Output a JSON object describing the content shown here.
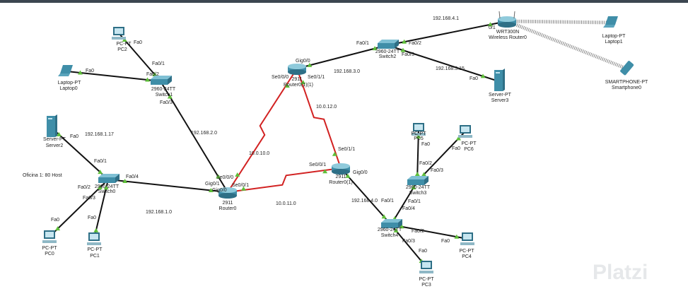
{
  "colors": {
    "ethernet": "#111111",
    "serial": "#d22222",
    "wireless": "#888888",
    "port_up": "#5fbf3a",
    "device": "#3f8ea8"
  },
  "devices": {
    "pc2": {
      "model": "PC-PT",
      "name": "PC2"
    },
    "laptop0": {
      "model": "Laptop-PT",
      "name": "Laptop0"
    },
    "switch1": {
      "model": "2960-24TT",
      "name": "Switch1"
    },
    "server2": {
      "model": "Server-PT",
      "name": "Server2"
    },
    "switch0": {
      "model": "2960-24TT",
      "name": "Switch0"
    },
    "pc0": {
      "model": "PC-PT",
      "name": "PC0"
    },
    "pc1": {
      "model": "PC-PT",
      "name": "PC1"
    },
    "router0": {
      "model": "2911",
      "name": "Router0"
    },
    "router01_1": {
      "model": "2911",
      "name": "Router0(1)(1)"
    },
    "router01": {
      "model": "2911",
      "name": "Router0(1)"
    },
    "switch2": {
      "model": "2960-24TT",
      "name": "Switch2"
    },
    "wrt": {
      "model": "WRT300N",
      "name": "Wireless Router0"
    },
    "laptop1": {
      "model": "Laptop-PT",
      "name": "Laptop1"
    },
    "smartphone0": {
      "model": "SMARTPHONE-PT",
      "name": "Smartphone0"
    },
    "server3": {
      "model": "Server-PT",
      "name": "Server3"
    },
    "switch3": {
      "model": "2960-24TT",
      "name": "Switch3"
    },
    "pc5": {
      "model": "PC-PT",
      "name": "PC5"
    },
    "pc6": {
      "model": "PC-PT",
      "name": "PC6"
    },
    "switch4": {
      "model": "2960-24TT",
      "name": "Switch4"
    },
    "pc4": {
      "model": "PC-PT",
      "name": "PC4"
    },
    "pc3": {
      "model": "PC-PT",
      "name": "PC3"
    }
  },
  "links": [
    {
      "from": "pc2",
      "to": "switch1",
      "type": "ethernet",
      "ports": [
        "Fa0",
        "Fa0/1"
      ]
    },
    {
      "from": "laptop0",
      "to": "switch1",
      "type": "ethernet",
      "ports": [
        "Fa0",
        "Fa0/2"
      ]
    },
    {
      "from": "switch1",
      "to": "router0",
      "type": "ethernet",
      "ports": [
        "Fa0/3",
        "Gig0/1"
      ]
    },
    {
      "from": "server2",
      "to": "switch0",
      "type": "ethernet",
      "ports": [
        "Fa0",
        "Fa0/1"
      ]
    },
    {
      "from": "switch0",
      "to": "router0",
      "type": "ethernet",
      "ports": [
        "Fa0/4",
        "Gig0/0"
      ]
    },
    {
      "from": "switch0",
      "to": "pc0",
      "type": "ethernet",
      "ports": [
        "Fa0/2",
        "Fa0"
      ]
    },
    {
      "from": "switch0",
      "to": "pc1",
      "type": "ethernet",
      "ports": [
        "Fa0/3",
        "Fa0"
      ]
    },
    {
      "from": "router0",
      "to": "router01_1",
      "type": "serial",
      "ports": [
        "Se0/0/0",
        "Se0/0/0"
      ]
    },
    {
      "from": "router0",
      "to": "router01",
      "type": "serial",
      "ports": [
        "Se0/0/1",
        "Se0/0/1"
      ]
    },
    {
      "from": "router01_1",
      "to": "router01",
      "type": "serial",
      "ports": [
        "Se0/1/1",
        "Se0/1/1"
      ]
    },
    {
      "from": "router01_1",
      "to": "switch2",
      "type": "ethernet",
      "ports": [
        "Gig0/0",
        "Fa0/1"
      ]
    },
    {
      "from": "switch2",
      "to": "wrt",
      "type": "ethernet",
      "ports": [
        "Fa0/2",
        "0/1"
      ]
    },
    {
      "from": "switch2",
      "to": "server3",
      "type": "ethernet",
      "ports": [
        "Fa0/3",
        "Fa0"
      ]
    },
    {
      "from": "wrt",
      "to": "laptop1",
      "type": "wireless"
    },
    {
      "from": "wrt",
      "to": "smartphone0",
      "type": "wireless"
    },
    {
      "from": "router01",
      "to": "switch4",
      "type": "ethernet",
      "ports": [
        "Gig0/0",
        "Fa0/1"
      ]
    },
    {
      "from": "switch4",
      "to": "switch3",
      "type": "ethernet",
      "ports": [
        "Fa0/4",
        "Fa0/1"
      ]
    },
    {
      "from": "switch3",
      "to": "pc5",
      "type": "ethernet",
      "ports": [
        "Fa0/2",
        "Fa0"
      ]
    },
    {
      "from": "switch3",
      "to": "pc6",
      "type": "ethernet",
      "ports": [
        "Fa0/3",
        "Fa0"
      ]
    },
    {
      "from": "switch4",
      "to": "pc4",
      "type": "ethernet",
      "ports": [
        "Fa0/2",
        "Fa0"
      ]
    },
    {
      "from": "switch4",
      "to": "pc3",
      "type": "ethernet",
      "ports": [
        "Fa0/3",
        "Fa0"
      ]
    }
  ],
  "notes": {
    "net_192_168_1_17": "192.168.1.17",
    "net_192_168_2_0": "192.168.2.0",
    "net_192_168_1_0": "192.168.1.0",
    "oficina": "Oficina 1: 80 Host",
    "net_10_0_10_0": "10.0.10.0",
    "net_10_0_11_0": "10.0.11.0",
    "net_10_0_12_0": "10.0.12.0",
    "net_192_168_3_0": "192.168.3.0",
    "net_192_168_4_1": "192.168.4.1",
    "net_192_168_3_15": "192.168.3.15",
    "net_192_168_4_0": "192.168.4.0"
  },
  "watermark": "Platzi"
}
